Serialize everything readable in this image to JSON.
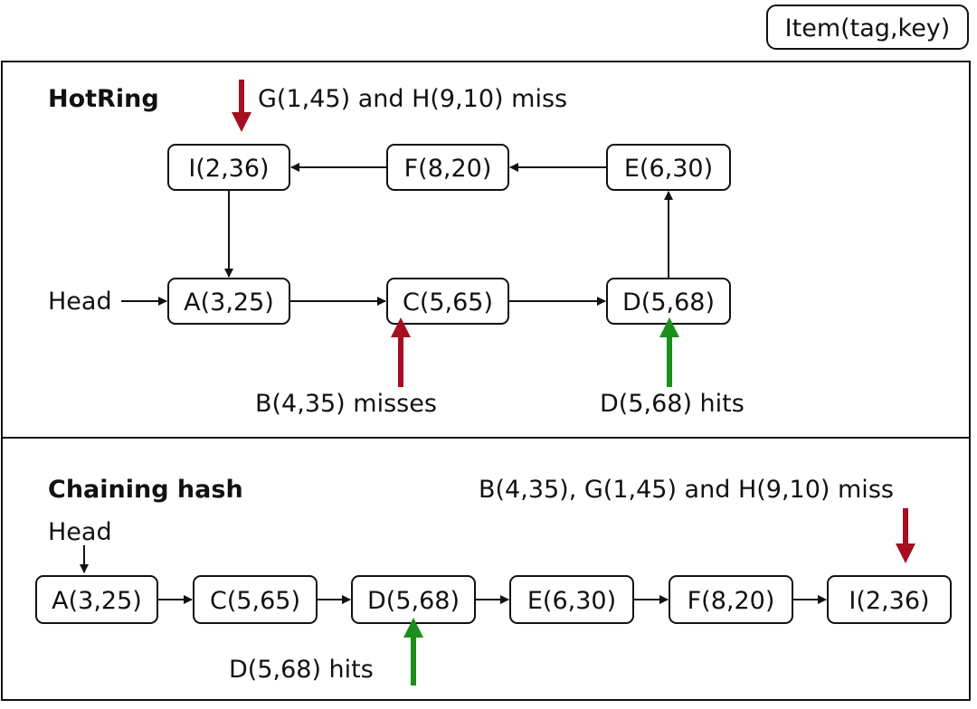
{
  "legend": {
    "label": "Item(tag,key)"
  },
  "colors": {
    "miss": "#a50f1f",
    "hit": "#1a8f1a",
    "stroke": "#111111"
  },
  "hotring": {
    "title": "HotRing",
    "head_label": "Head",
    "nodes": {
      "i": "I(2,36)",
      "f": "F(8,20)",
      "e": "E(6,30)",
      "a": "A(3,25)",
      "c": "C(5,65)",
      "d": "D(5,68)"
    },
    "annotations": {
      "top_miss": "G(1,45) and H(9,10) miss",
      "b_miss": "B(4,35) misses",
      "d_hit": "D(5,68) hits"
    }
  },
  "chaining": {
    "title": "Chaining hash",
    "head_label": "Head",
    "nodes": [
      "A(3,25)",
      "C(5,65)",
      "D(5,68)",
      "E(6,30)",
      "F(8,20)",
      "I(2,36)"
    ],
    "annotations": {
      "miss": "B(4,35), G(1,45) and H(9,10) miss",
      "hit": "D(5,68) hits"
    }
  }
}
